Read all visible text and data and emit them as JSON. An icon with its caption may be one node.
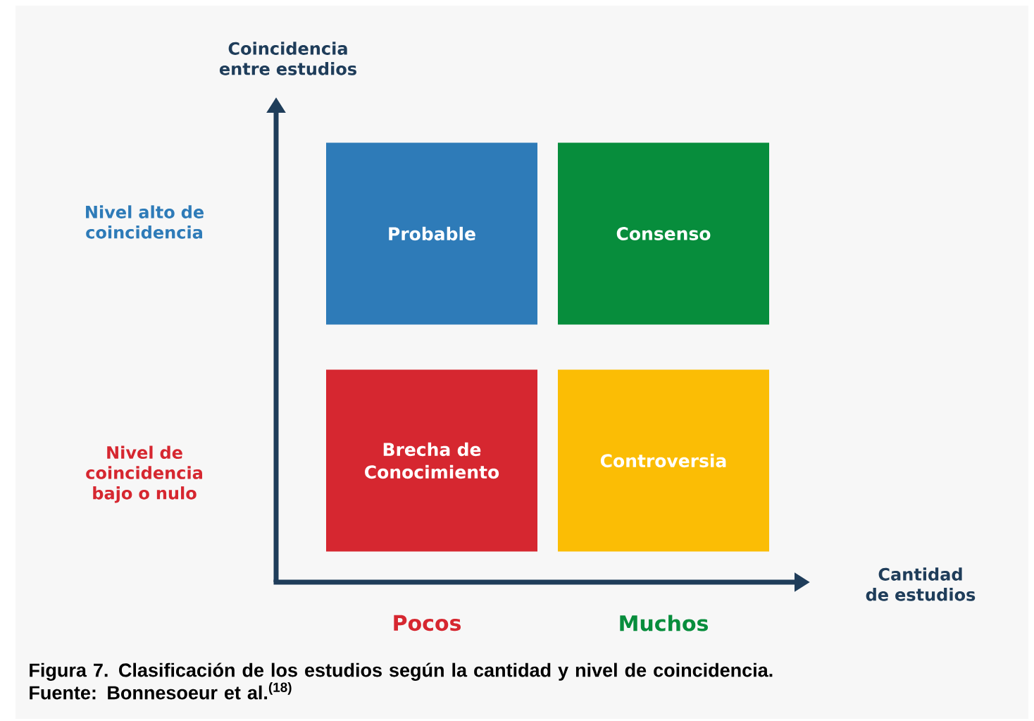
{
  "diagram": {
    "caption": "Figura 7. Clasificación de los estudios según la cantidad y nivel de coincidencia. Fuente: Bonnesoeur et al.$^{(18)}$",
    "nodes": [
      {
        "text": [
          "Probable"
        ]
      },
      {
        "text": [
          "Consenso"
        ]
      },
      {
        "text": [
          "Brecha de Conocimiento"
        ]
      },
      {
        "text": [
          "Controversia"
        ]
      }
    ],
    "edges": [],
    "labels": [
      "Coincidencia entre estudios",
      "Nivel alto de coincidencia",
      "Nivel de coincidencia bajo o nulo",
      "Cantidad de estudios",
      "Pocos",
      "Muchos"
    ]
  }
}
